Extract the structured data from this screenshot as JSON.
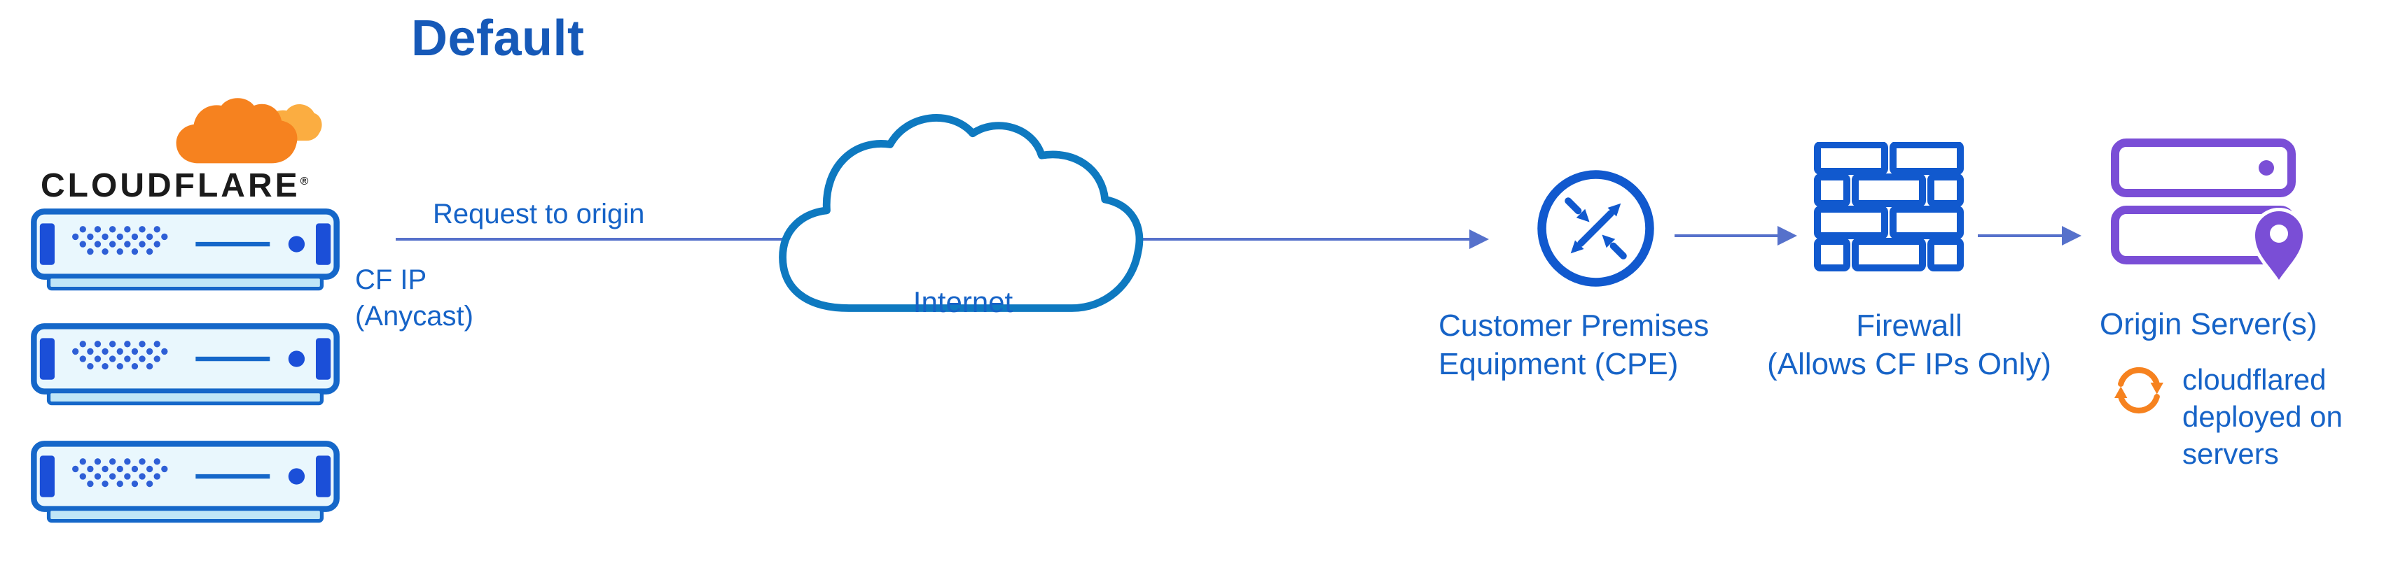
{
  "title": "Default",
  "logo": {
    "wordmark": "CLOUDFLARE",
    "registered_mark": "®"
  },
  "edge_servers": {
    "count": 3
  },
  "flow": {
    "request_label": "Request to origin",
    "cf_ip_line1": "CF IP",
    "cf_ip_line2": "(Anycast)"
  },
  "internet": {
    "label": "Internet"
  },
  "cpe": {
    "label_line1": "Customer Premises",
    "label_line2": "Equipment (CPE)"
  },
  "firewall": {
    "label_line1": "Firewall",
    "label_line2": "(Allows CF IPs Only)"
  },
  "origin": {
    "label": "Origin Server(s)",
    "note_line1": "cloudflared",
    "note_line2": "deployed on",
    "note_line3": "servers"
  },
  "colors": {
    "title_blue": "#1659b8",
    "label_blue": "#1663c7",
    "arrow_blue": "#5671cb",
    "internet_cloud_stroke": "#0e79c0",
    "device_blue": "#1159ce",
    "server_border": "#1567c9",
    "server_fill": "#e9f7fd",
    "server_accent": "#1b4fd8",
    "origin_purple": "#7a4ed6",
    "cloudflare_orange": "#f6821f",
    "cloudflare_orange_light": "#fbad41",
    "wordmark_black": "#1b1b1b"
  }
}
